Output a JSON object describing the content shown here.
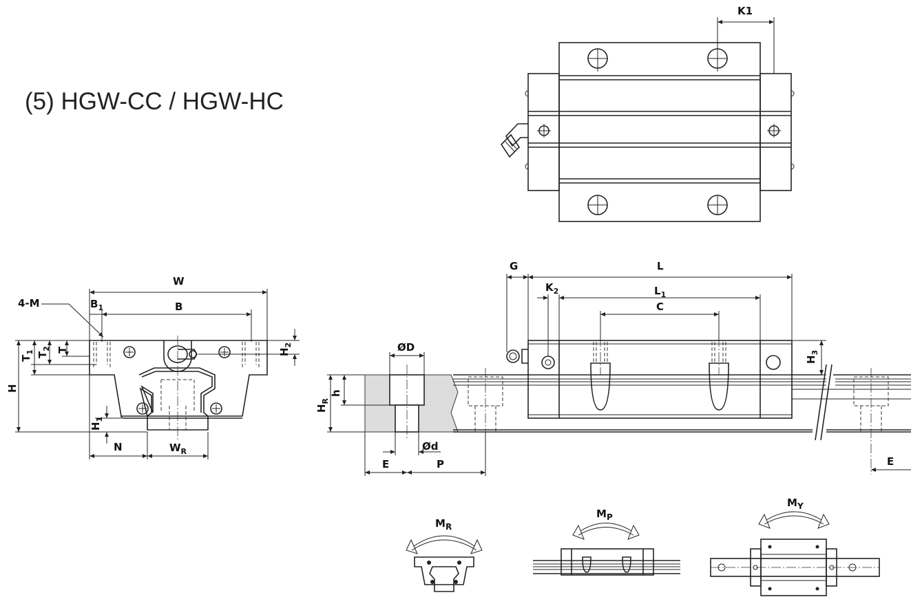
{
  "title": "(5) HGW-CC / HGW-HC",
  "top_view": {
    "dims": {
      "k1": "K1"
    }
  },
  "end_view": {
    "dims": {
      "w": "W",
      "b": "B",
      "b1": "B",
      "b1_sub": "1",
      "m": "4-M",
      "h": "H",
      "t": "T",
      "t1": "T",
      "t1_sub": "1",
      "t2": "T",
      "t2_sub": "2",
      "h1": "H",
      "h1_sub": "1",
      "h2": "H",
      "h2_sub": "2",
      "n": "N",
      "wr": "W",
      "wr_sub": "R"
    }
  },
  "side_view": {
    "dims": {
      "g": "G",
      "l": "L",
      "l1": "L",
      "l1_sub": "1",
      "k2": "K",
      "k2_sub": "2",
      "c": "C",
      "h3": "H",
      "h3_sub": "3",
      "od": "ØD",
      "sd": "Ød",
      "h": "h",
      "hr": "H",
      "hr_sub": "R",
      "e": "E",
      "p": "P",
      "e2": "E"
    }
  },
  "moments": {
    "mr": {
      "main": "M",
      "sub": "R"
    },
    "mp": {
      "main": "M",
      "sub": "P"
    },
    "my": {
      "main": "M",
      "sub": "Y"
    }
  }
}
